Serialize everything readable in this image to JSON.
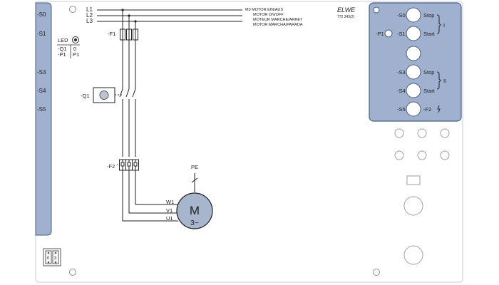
{
  "left_labels": [
    "-S0",
    "-S1",
    "-S3",
    "-S4",
    "-S5"
  ],
  "led_legend": {
    "title": "LED",
    "rows": [
      [
        "-Q1",
        "0"
      ],
      [
        "-P1",
        "P1"
      ]
    ]
  },
  "lines": {
    "l1": "L1",
    "l2": "L2",
    "l3": "L3"
  },
  "titles": [
    "M3 MOTOR EIN/AUS",
    "MOTOR ON/OFF",
    "MOTEUR MARCHE/ARRET",
    "MOTOR MARCHA/PARADA"
  ],
  "brand": {
    "logo": "ELWE",
    "part_no": "772 343(2)"
  },
  "components": {
    "f1": "-F1",
    "q1": "-Q1",
    "f2": "-F2",
    "pe": "PE"
  },
  "motor": {
    "w1": "W1",
    "v1": "V1",
    "u1": "U1",
    "letter": "M",
    "phase": "3~"
  },
  "right_panel": {
    "p1": "-P1",
    "rows": [
      {
        "id": "-S0",
        "text": "Stop"
      },
      {
        "id": "-S1",
        "text": "Start"
      },
      {
        "id": "-S3",
        "text": "Stop"
      },
      {
        "id": "-S4",
        "text": "Start"
      },
      {
        "id": "-S5",
        "text": "-F2"
      }
    ],
    "group1": "I",
    "group2": "II"
  },
  "bottom_connector": [
    "0",
    "3"
  ],
  "colors": {
    "panel": "#9fb1cf",
    "panel_border": "#4c5e80",
    "line": "#222",
    "page_border": "#cfd5dd"
  }
}
